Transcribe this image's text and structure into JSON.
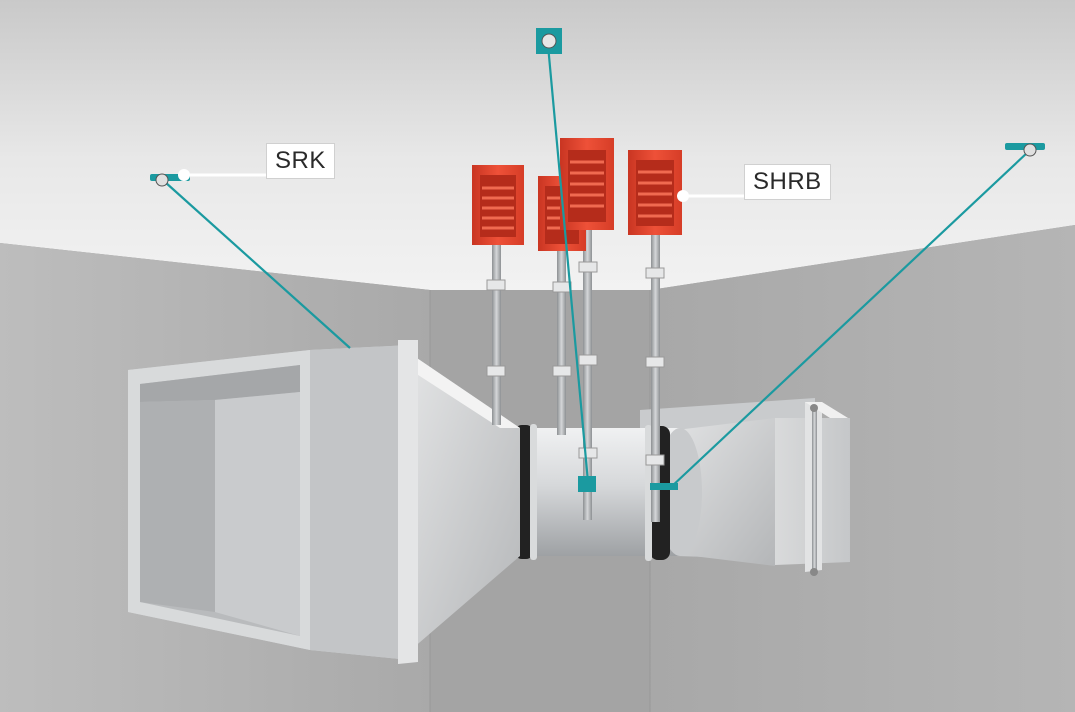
{
  "labels": {
    "srk": "SRK",
    "shrb": "SHRB"
  },
  "colors": {
    "cable": "#1b9aa0",
    "isolator": "#e8472e",
    "duct": "#d4d6d8",
    "ceiling": "#e6e6e6",
    "wall": "#a3a3a3",
    "rod": "#bfc2c4",
    "gasket": "#222222"
  },
  "icons": {
    "srk_pointer": "leader-dot",
    "shrb_pointer": "leader-dot"
  }
}
